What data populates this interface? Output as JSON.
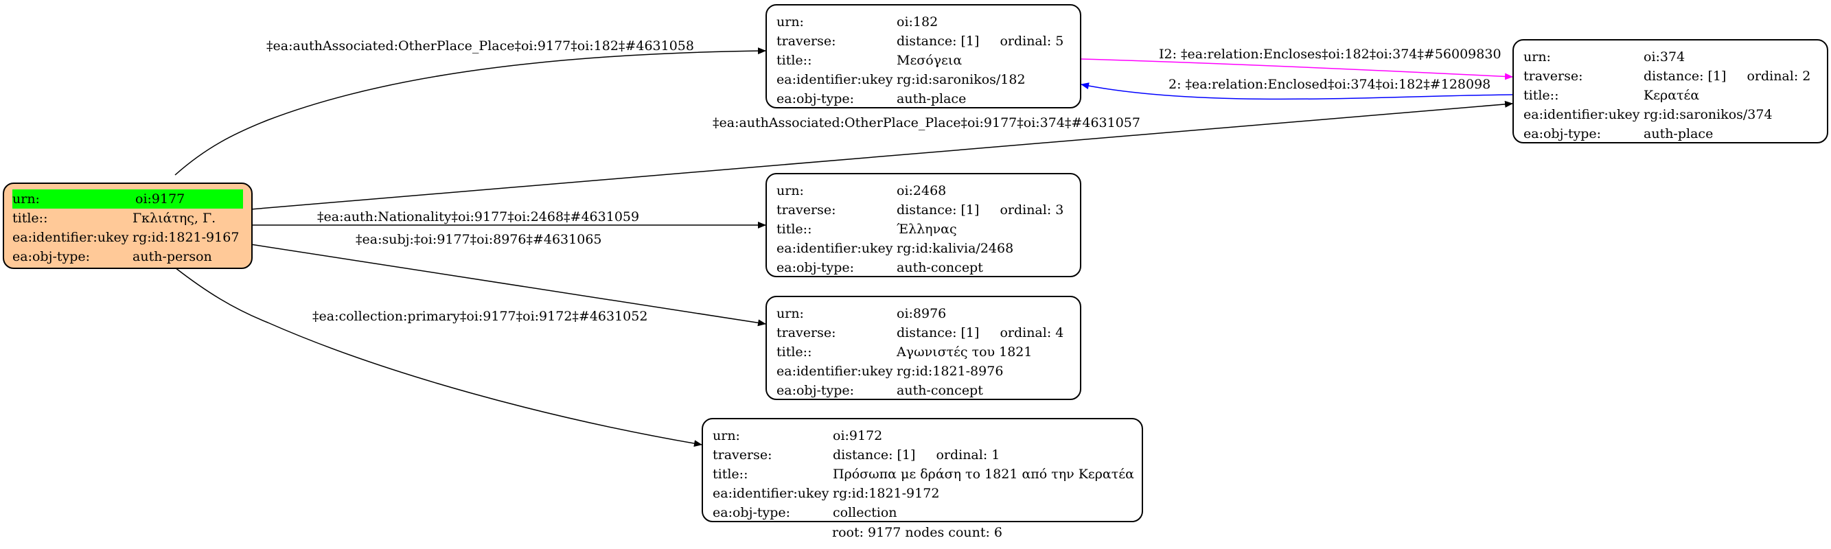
{
  "nodes": {
    "root": {
      "urn_key": "urn:",
      "urn": "oi:9177",
      "title_key": "title::",
      "title": "Γκλιάτης, Γ.",
      "ukey_key": "ea:identifier:ukey",
      "ukey": "rg:id:1821-9167",
      "type_key": "ea:obj-type:",
      "type": "auth-person",
      "fill": "#ffc998",
      "highlight": "#00ff00"
    },
    "n182": {
      "urn_key": "urn:",
      "urn": "oi:182",
      "traverse_key": "traverse:",
      "distance": "distance: [1]",
      "ordinal": "ordinal: 5",
      "title_key": "title::",
      "title": "Μεσόγεια",
      "ukey_key": "ea:identifier:ukey",
      "ukey": "rg:id:saronikos/182",
      "type_key": "ea:obj-type:",
      "type": "auth-place"
    },
    "n374": {
      "urn_key": "urn:",
      "urn": "oi:374",
      "traverse_key": "traverse:",
      "distance": "distance: [1]",
      "ordinal": "ordinal: 2",
      "title_key": "title::",
      "title": "Κερατέα",
      "ukey_key": "ea:identifier:ukey",
      "ukey": "rg:id:saronikos/374",
      "type_key": "ea:obj-type:",
      "type": "auth-place"
    },
    "n2468": {
      "urn_key": "urn:",
      "urn": "oi:2468",
      "traverse_key": "traverse:",
      "distance": "distance: [1]",
      "ordinal": "ordinal: 3",
      "title_key": "title::",
      "title": "Έλληνας",
      "ukey_key": "ea:identifier:ukey",
      "ukey": "rg:id:kalivia/2468",
      "type_key": "ea:obj-type:",
      "type": "auth-concept"
    },
    "n8976": {
      "urn_key": "urn:",
      "urn": "oi:8976",
      "traverse_key": "traverse:",
      "distance": "distance: [1]",
      "ordinal": "ordinal: 4",
      "title_key": "title::",
      "title": "Αγωνιστές του 1821",
      "ukey_key": "ea:identifier:ukey",
      "ukey": "rg:id:1821-8976",
      "type_key": "ea:obj-type:",
      "type": "auth-concept"
    },
    "n9172": {
      "urn_key": "urn:",
      "urn": "oi:9172",
      "traverse_key": "traverse:",
      "distance": "distance: [1]",
      "ordinal": "ordinal: 1",
      "title_key": "title::",
      "title": "Πρόσωπα με δράση το 1821 από την Κερατέα",
      "ukey_key": "ea:identifier:ukey",
      "ukey": "rg:id:1821-9172",
      "type_key": "ea:obj-type:",
      "type": "collection"
    }
  },
  "edges": {
    "e182": {
      "label": "‡ea:authAssociated:OtherPlace_Place‡oi:9177‡oi:182‡#4631058",
      "color": "#000000"
    },
    "e374": {
      "label": "‡ea:authAssociated:OtherPlace_Place‡oi:9177‡oi:374‡#4631057",
      "color": "#000000"
    },
    "e2468": {
      "label": "‡ea:auth:Nationality‡oi:9177‡oi:2468‡#4631059",
      "color": "#000000"
    },
    "e8976": {
      "label": "‡ea:subj:‡oi:9177‡oi:8976‡#4631065",
      "color": "#000000"
    },
    "e9172": {
      "label": "‡ea:collection:primary‡oi:9177‡oi:9172‡#4631052",
      "color": "#000000"
    },
    "encloses": {
      "label": "I2: ‡ea:relation:Encloses‡oi:182‡oi:374‡#56009830",
      "color": "#ff00ff"
    },
    "enclosed": {
      "label": "2: ‡ea:relation:Enclosed‡oi:374‡oi:182‡#128098",
      "color": "#0000ff"
    }
  },
  "footer": "root: 9177 nodes count: 6"
}
